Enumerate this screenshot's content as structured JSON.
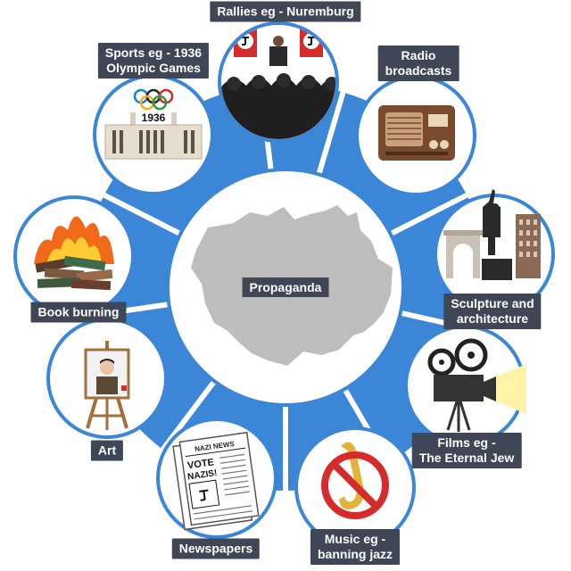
{
  "center": {
    "label": "Propaganda"
  },
  "topics": [
    {
      "id": "rallies",
      "lines": [
        "Rallies eg - Nuremburg"
      ],
      "icon": "rally-icon"
    },
    {
      "id": "radio",
      "lines": [
        "Radio",
        "broadcasts"
      ],
      "icon": "radio-icon"
    },
    {
      "id": "sculpture",
      "lines": [
        "Sculpture and",
        "architecture"
      ],
      "icon": "statue-icon"
    },
    {
      "id": "films",
      "lines": [
        "Films eg -",
        "The Eternal Jew"
      ],
      "icon": "film-camera-icon"
    },
    {
      "id": "music",
      "lines": [
        "Music eg -",
        "banning jazz"
      ],
      "icon": "banned-saxophone-icon"
    },
    {
      "id": "newspapers",
      "lines": [
        "Newspapers"
      ],
      "icon": "newspaper-icon"
    },
    {
      "id": "art",
      "lines": [
        "Art"
      ],
      "icon": "easel-portrait-icon"
    },
    {
      "id": "books",
      "lines": [
        "Book burning"
      ],
      "icon": "burning-books-icon"
    },
    {
      "id": "sports",
      "lines": [
        "Sports eg - 1936",
        "Olympic Games"
      ],
      "icon": "stadium-icon"
    }
  ],
  "artwork_text": {
    "olympic_year": "1936",
    "newspaper_masthead": "NAZI NEWS",
    "newspaper_headline_1": "VOTE",
    "newspaper_headline_2": "NAZIS!"
  },
  "colors": {
    "blue": "#3b86d6",
    "label_bg": "#3f4756",
    "map_grey": "#bdbdbd"
  }
}
